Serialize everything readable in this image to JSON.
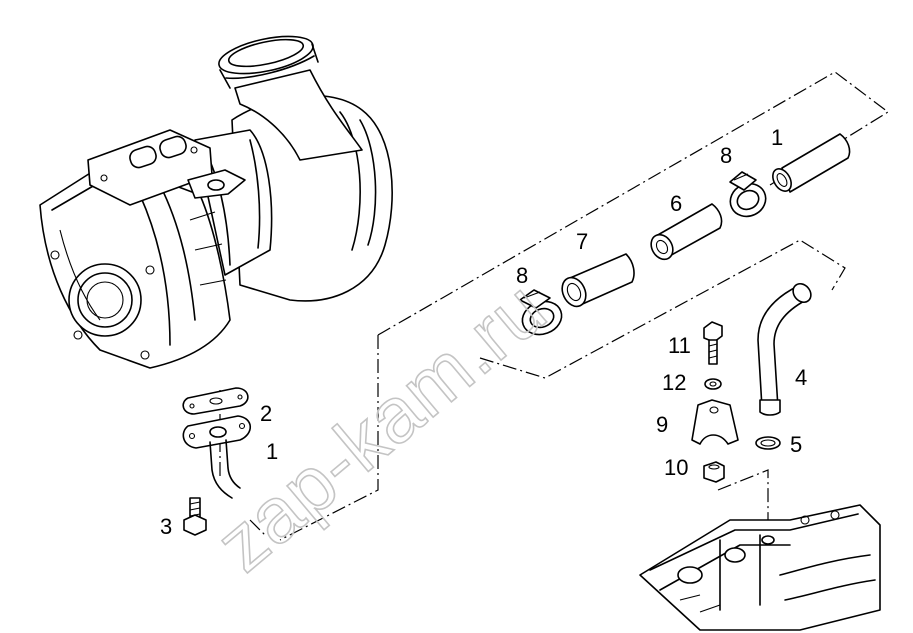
{
  "watermark": "zap-kam.ru",
  "callouts": [
    {
      "id": "c1a",
      "text": "1"
    },
    {
      "id": "c8a",
      "text": "8"
    },
    {
      "id": "c6",
      "text": "6"
    },
    {
      "id": "c7",
      "text": "7"
    },
    {
      "id": "c8b",
      "text": "8"
    },
    {
      "id": "c4",
      "text": "4"
    },
    {
      "id": "c11",
      "text": "11"
    },
    {
      "id": "c12",
      "text": "12"
    },
    {
      "id": "c9",
      "text": "9"
    },
    {
      "id": "c5",
      "text": "5"
    },
    {
      "id": "c10",
      "text": "10"
    },
    {
      "id": "c2",
      "text": "2"
    },
    {
      "id": "c1b",
      "text": "1"
    },
    {
      "id": "c3",
      "text": "3"
    }
  ]
}
